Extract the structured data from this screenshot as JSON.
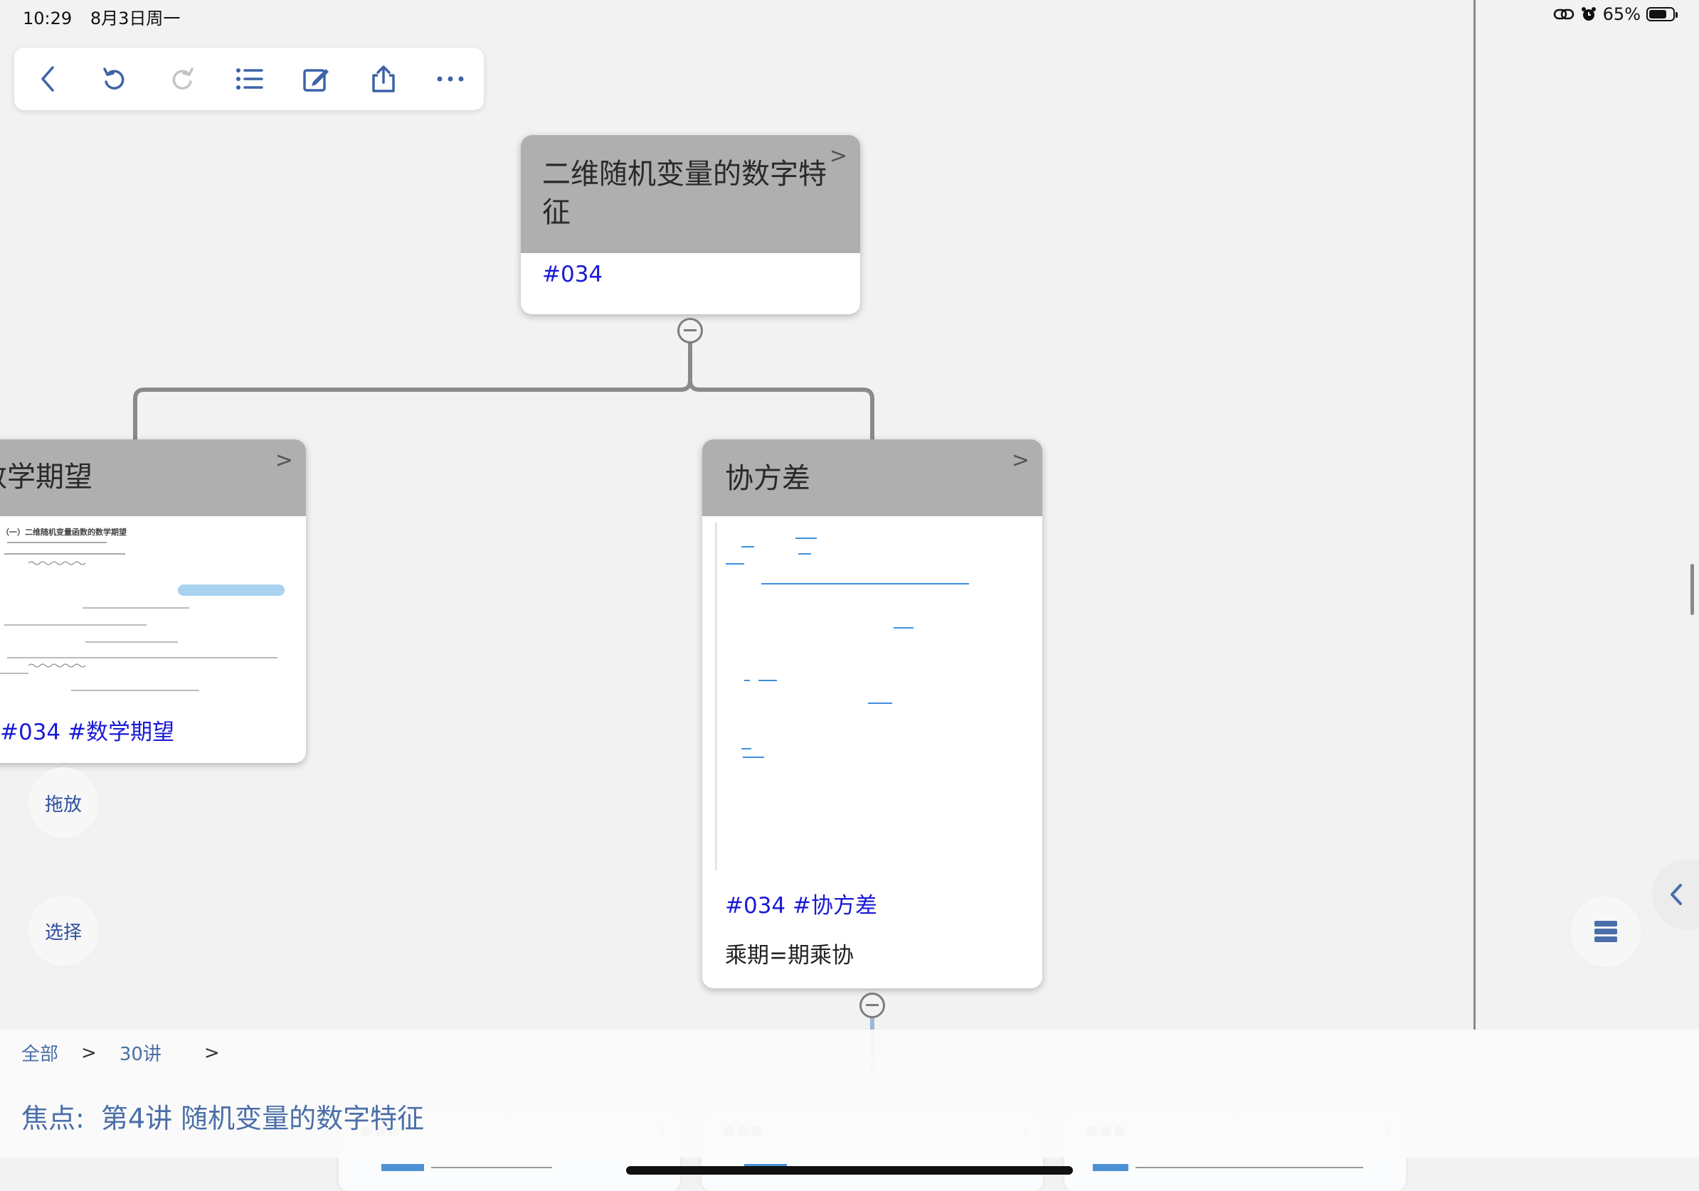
{
  "status": {
    "time": "10:29",
    "date": "8月3日周一",
    "battery": "65%",
    "battery_level": 0.65
  },
  "toolbar": {
    "buttons": [
      {
        "name": "back-button",
        "icon": "chevron-left-icon"
      },
      {
        "name": "undo-button",
        "icon": "undo-icon"
      },
      {
        "name": "redo-button",
        "icon": "redo-icon"
      },
      {
        "name": "outline-button",
        "icon": "list-icon"
      },
      {
        "name": "edit-button",
        "icon": "edit-icon"
      },
      {
        "name": "share-button",
        "icon": "share-icon"
      },
      {
        "name": "more-button",
        "icon": "more-icon"
      }
    ]
  },
  "root_card": {
    "title": "二维随机变量的数字特征",
    "chevron": ">",
    "tags": "#034"
  },
  "left_card": {
    "title": "数学期望",
    "chevron": ">",
    "tags": "#034 #数学期望",
    "doc_heading": "（一）二维随机变量函数的数学期望"
  },
  "right_card": {
    "title": "协方差",
    "chevron": ">",
    "tags": "#034 #协方差",
    "note": "乘期=期乘协"
  },
  "side_buttons": {
    "drag": "拖放",
    "select": "选择"
  },
  "breadcrumb": {
    "all": "全部",
    "sep1": ">",
    "lecture": "30讲",
    "sep2": ">"
  },
  "focus": {
    "label": "焦点:",
    "title": "第4讲 随机变量的数字特征"
  },
  "colors": {
    "card_header": "#afafaf",
    "tag_blue": "#1a1ad6",
    "accent": "#4a6fa8"
  }
}
